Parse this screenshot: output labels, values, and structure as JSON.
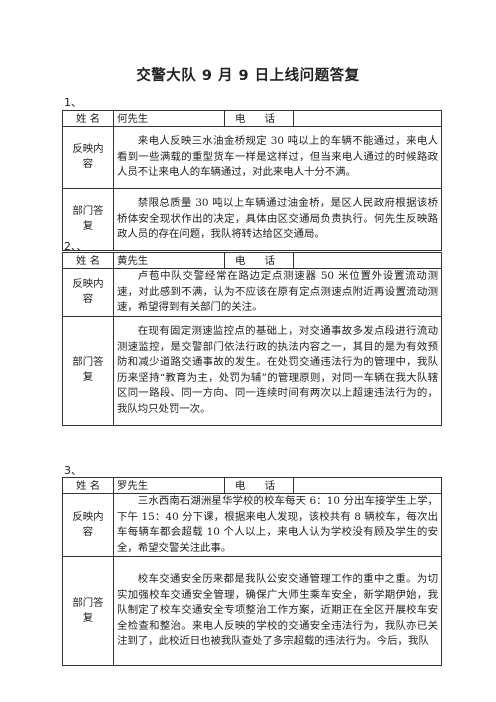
{
  "title": "交警大队 9 月 9 日上线问题答复",
  "labels": {
    "name": "姓  名",
    "phone": "电  话",
    "reflect": "反映内容",
    "reply": "部门答复"
  },
  "cases": [
    {
      "number": "1、",
      "name": "何先生",
      "phone": "",
      "content": "来电人反映三水油金桥规定 30 吨以上的车辆不能通过，来电人看到一些满载的重型货车一样是这样过，但当来电人通过的时候路政人员不让来电人的车辆通过，对此来电人十分不满。",
      "reply": "禁限总质量 30 吨以上车辆通过油金桥，是区人民政府根据该桥桥体安全现状作出的决定，具体由区交通局负责执行。何先生反映路政人员的存在问题，我队将转达给区交通局。"
    },
    {
      "number": "2、、",
      "name": "黄先生",
      "phone": "",
      "content": "卢苞中队交警经常在路边定点测速器 50 米位置外设置流动测速，对此感到不满，认为不应该在原有定点测速点附近再设置流动测速，希望得到有关部门的关注。",
      "reply": "在现有固定测速监控点的基础上，对交通事故多发点段进行流动测速监控，是交警部门依法行政的执法内容之一，其目的是为有效预防和减少道路交通事故的发生。在处罚交通违法行为的管理中，我队历来坚持“教育为主，处罚为辅”的管理原则，对同一车辆在我大队辖区同一路段、同一方向、同一连续时间有两次以上超速违法行为的，我队均只处罚一次。"
    },
    {
      "number": "3、",
      "name": "罗先生",
      "phone": "",
      "content": "三水西南石湖洲星华学校的校车每天 6：10 分出车接学生上学，下午 15：40 分下课，根据来电人发现，该校共有 8 辆校车，每次出车每辆车都会超载 10 个人以上，来电人认为学校没有顾及学生的安全，希望交警关注此事。",
      "reply": "校车交通安全历来都是我队公安交通管理工作的重中之重。为切实加强校车交通安全管理，确保广大师生乘车安全，新学期伊始，我队制定了校车交通安全专项整治工作方案，近期正在全区开展校车安全检查和整治。来电人反映的学校的交通安全违法行为，我队亦已关注到了，此校近日也被我队查处了多宗超载的违法行为。今后，我队"
    }
  ]
}
